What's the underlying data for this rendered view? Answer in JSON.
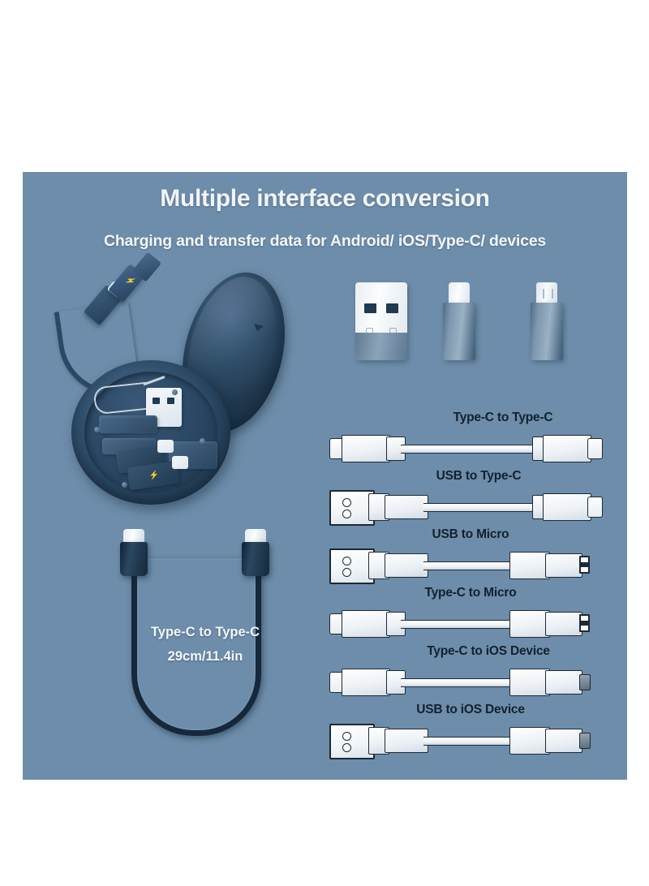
{
  "banner": {
    "title": "Multiple interface conversion",
    "subtitle": "Charging and transfer data for Android/ iOS/Type-C/ devices",
    "background_color": "#6d8daa",
    "title_color": "#f2f5f8"
  },
  "adapters": [
    {
      "name": "usb-a-adapter",
      "type": "USB"
    },
    {
      "name": "type-c-adapter",
      "type": "Type-C"
    },
    {
      "name": "micro-usb-adapter",
      "type": "Micro"
    }
  ],
  "case": {
    "name": "multifunction-storage-case",
    "contents": [
      "sim-eject-pin",
      "usb-a-connector",
      "type-c-connector",
      "micro-usb-connector"
    ]
  },
  "featured_cable": {
    "label": "Type-C to Type-C",
    "length": "29cm/11.4in",
    "color": "#16283c"
  },
  "cable_list": [
    {
      "label": "Type-C to Type-C",
      "left_end": "type-c",
      "right_end": "type-c",
      "slug": "typec-typec"
    },
    {
      "label": "USB to Type-C",
      "left_end": "usb-a",
      "right_end": "type-c",
      "slug": "usb-typec"
    },
    {
      "label": "USB to Micro",
      "left_end": "usb-a",
      "right_end": "micro",
      "slug": "usb-micro"
    },
    {
      "label": "Type-C to Micro",
      "left_end": "type-c",
      "right_end": "micro",
      "slug": "typec-micro"
    },
    {
      "label": "Type-C to iOS Device",
      "left_end": "type-c",
      "right_end": "ios",
      "slug": "typec-ios"
    },
    {
      "label": "USB to iOS Device",
      "left_end": "usb-a",
      "right_end": "ios",
      "slug": "usb-ios"
    }
  ],
  "icons": {
    "bolt": "⚡"
  }
}
